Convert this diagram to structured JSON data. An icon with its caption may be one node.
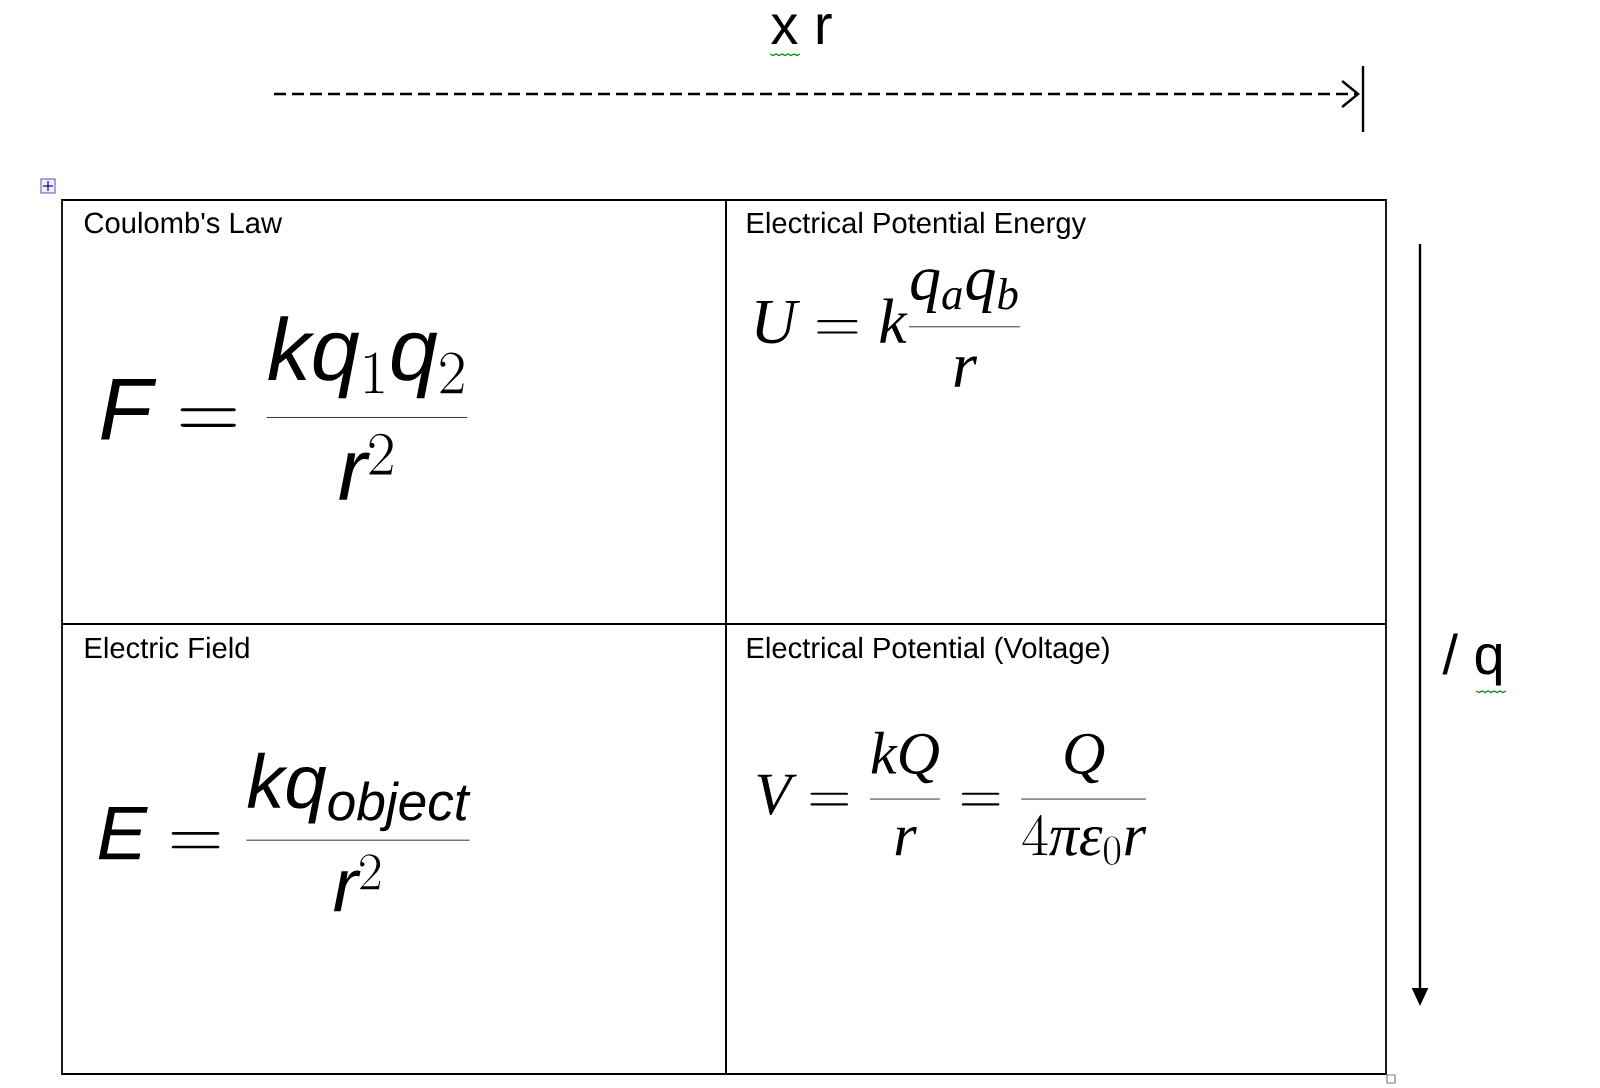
{
  "diagram": {
    "nodes": [
      {
        "text": [
          "Coulomb's Law",
          "F = \\frac{kq_1q_2}{r^2}"
        ]
      },
      {
        "text": [
          "Electrical Potential Energy",
          "U = k\\frac{q_aq_b}{r}"
        ]
      },
      {
        "text": [
          "Electric Field",
          "E = \\frac{kq_{object}}{r^2}"
        ]
      },
      {
        "text": [
          "Electrical Potential (Voltage)",
          "V = \\frac{kQ}{r} = \\frac{Q}{4πε_0r}"
        ]
      }
    ],
    "labels": [
      "x r",
      "/ q"
    ]
  }
}
